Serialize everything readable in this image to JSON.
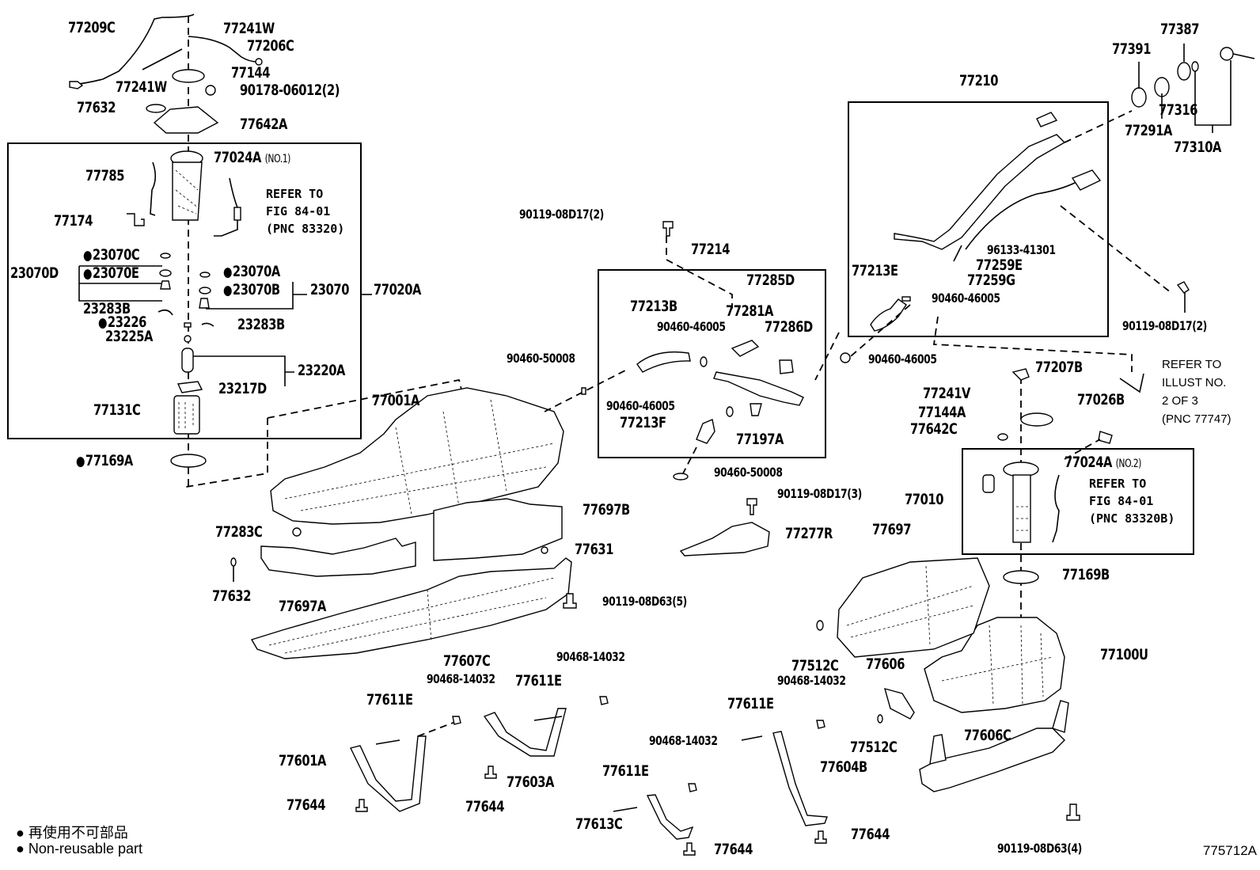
{
  "diagram": {
    "title": "Fuel Tank & Tube Exploded Parts Diagram",
    "figure_id": "775712A",
    "legend": {
      "jp": "再使用不可部品",
      "en": "Non-reusable part",
      "marker": "filled-circle"
    },
    "labels": {
      "p77209C": "77209C",
      "p77241W_a": "77241W",
      "p77206C": "77206C",
      "p77144": "77144",
      "p77241W_b": "77241W",
      "p90178": "90178-06012(2)",
      "p77632_a": "77632",
      "p77642A": "77642A",
      "p77024A_1": "77024A",
      "p77024A_1_note": "(NO.1)",
      "p77785": "77785",
      "p77174": "77174",
      "ref1_line1": "REFER TO",
      "ref1_line2": "FIG 84-01",
      "ref1_line3": "(PNC 83320)",
      "p23070C": "23070C",
      "p23070E": "23070E",
      "p23070D": "23070D",
      "p23070A": "23070A",
      "p23070B": "23070B",
      "p23070": "23070",
      "p77020A": "77020A",
      "p23283B_a": "23283B",
      "p23226": "23226",
      "p23283B_b": "23283B",
      "p23225A": "23225A",
      "p23220A": "23220A",
      "p23217D": "23217D",
      "p77131C": "77131C",
      "p77169A": "77169A",
      "p90119_2a": "90119-08D17(2)",
      "p77214": "77214",
      "p77285D": "77285D",
      "p77213B": "77213B",
      "p77281A": "77281A",
      "p90460_46005_a": "90460-46005",
      "p77286D": "77286D",
      "p90460_50008_a": "90460-50008",
      "p90460_46005_b": "90460-46005",
      "p77213F": "77213F",
      "p77197A": "77197A",
      "p90460_50008_b": "90460-50008",
      "p90119_3": "90119-08D17(3)",
      "p77277R": "77277R",
      "p77001A": "77001A",
      "p77697B": "77697B",
      "p77283C": "77283C",
      "p77631": "77631",
      "p77632_b": "77632",
      "p77697A": "77697A",
      "p90119_08D63_5": "90119-08D63(5)",
      "p77607C": "77607C",
      "p77210": "77210",
      "p77391": "77391",
      "p77387": "77387",
      "p77316": "77316",
      "p77291A": "77291A",
      "p77310A": "77310A",
      "p77213E": "77213E",
      "p96133": "96133-41301",
      "p77259E": "77259E",
      "p77259G": "77259G",
      "p90460_46005_c": "90460-46005",
      "p90119_2b": "90119-08D17(2)",
      "p90460_46005_d": "90460-46005",
      "p77207B": "77207B",
      "ref2_line1": "REFER TO",
      "ref2_line2": "ILLUST NO.",
      "ref2_line3": "2 OF 3",
      "ref2_line4": "(PNC 77747)",
      "p77241V": "77241V",
      "p77026B": "77026B",
      "p77144A": "77144A",
      "p77642C": "77642C",
      "p77024A_2": "77024A",
      "p77024A_2_note": "(NO.2)",
      "p77010": "77010",
      "ref3_line1": "REFER TO",
      "ref3_line2": "FIG 84-01",
      "ref3_line3": "(PNC 83320B)",
      "p77697": "77697",
      "p77169B": "77169B",
      "p77100U": "77100U",
      "p77512C_a": "77512C",
      "p77606": "77606",
      "p77512C_b": "77512C",
      "p77606C": "77606C",
      "p90119_08D63_4": "90119-08D63(4)",
      "p90468_a": "90468-14032",
      "p90468_b": "90468-14032",
      "p90468_c": "90468-14032",
      "p90468_d": "90468-14032",
      "p77611E_a": "77611E",
      "p77611E_b": "77611E",
      "p77611E_c": "77611E",
      "p77611E_d": "77611E",
      "p77601A": "77601A",
      "p77603A": "77603A",
      "p77604B": "77604B",
      "p77613C": "77613C",
      "p77644_a": "77644",
      "p77644_b": "77644",
      "p77644_c": "77644",
      "p77644_d": "77644"
    }
  }
}
